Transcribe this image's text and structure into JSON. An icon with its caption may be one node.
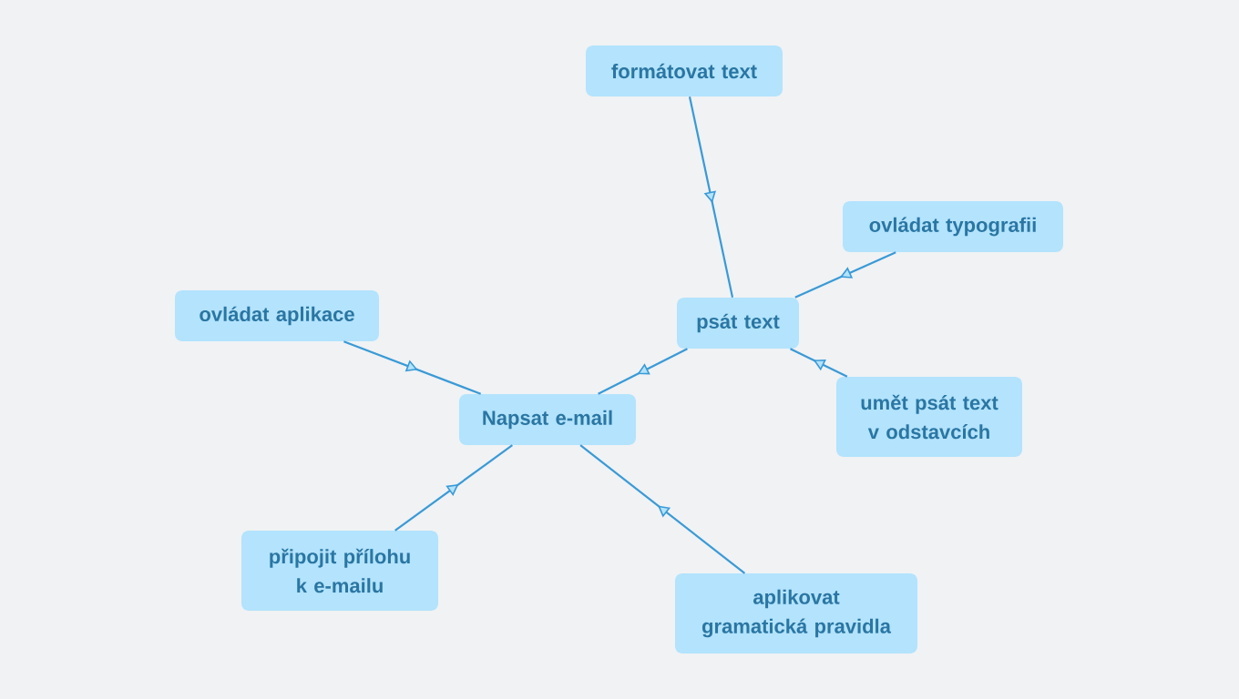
{
  "diagram": {
    "nodes": [
      {
        "text": [
          "formátovat text"
        ]
      },
      {
        "text": [
          "ovládat typografii"
        ]
      },
      {
        "text": [
          "psát text"
        ]
      },
      {
        "text": [
          "ovládat aplikace"
        ]
      },
      {
        "text": [
          "umět psát text v odstavcích"
        ]
      },
      {
        "text": [
          "Napsat e-mail"
        ]
      },
      {
        "text": [
          "připojit přílohu k e-mailu"
        ]
      },
      {
        "text": [
          "aplikovat gramatická pravidla"
        ]
      }
    ],
    "edges": [
      {
        "from": 0,
        "to": 2,
        "arrow": "to"
      },
      {
        "from": 1,
        "to": 2,
        "arrow": "to"
      },
      {
        "from": 4,
        "to": 2,
        "arrow": "to"
      },
      {
        "from": 2,
        "to": 5,
        "arrow": "to"
      },
      {
        "from": 3,
        "to": 5,
        "arrow": "to"
      },
      {
        "from": 6,
        "to": 5,
        "arrow": "to"
      },
      {
        "from": 7,
        "to": 5,
        "arrow": "to"
      }
    ]
  }
}
